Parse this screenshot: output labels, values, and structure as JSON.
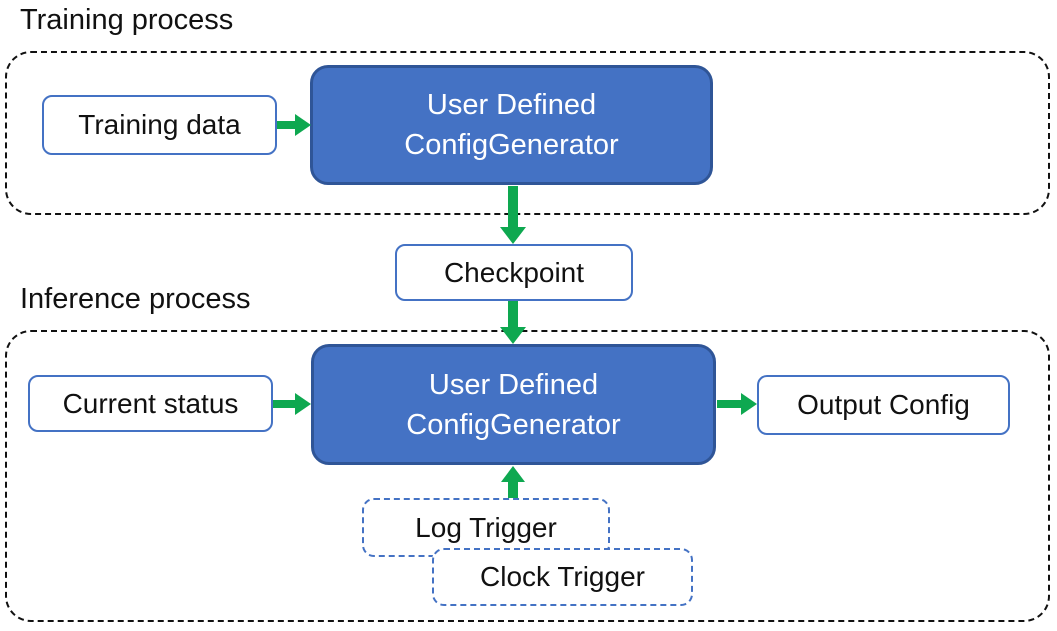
{
  "palette": {
    "generator_fill": "#4472C4",
    "generator_border": "#2F5597",
    "io_box_border": "#4472C4",
    "trigger_box_border": "#4472C4",
    "arrow_green": "#0EA850",
    "container_dashed_border": "#111111",
    "text_dark": "#111111",
    "text_light": "#FFFFFF"
  },
  "training_section": {
    "label": "Training process",
    "input_box": {
      "label": "Training data"
    },
    "generator_box": {
      "line1": "User Defined",
      "line2": "ConfigGenerator"
    }
  },
  "checkpoint_box": {
    "label": "Checkpoint"
  },
  "inference_section": {
    "label": "Inference process",
    "input_box": {
      "label": "Current status"
    },
    "generator_box": {
      "line1": "User Defined",
      "line2": "ConfigGenerator"
    },
    "output_box": {
      "label": "Output Config"
    },
    "trigger_boxes": [
      {
        "label": "Log Trigger"
      },
      {
        "label": "Clock Trigger"
      }
    ]
  }
}
